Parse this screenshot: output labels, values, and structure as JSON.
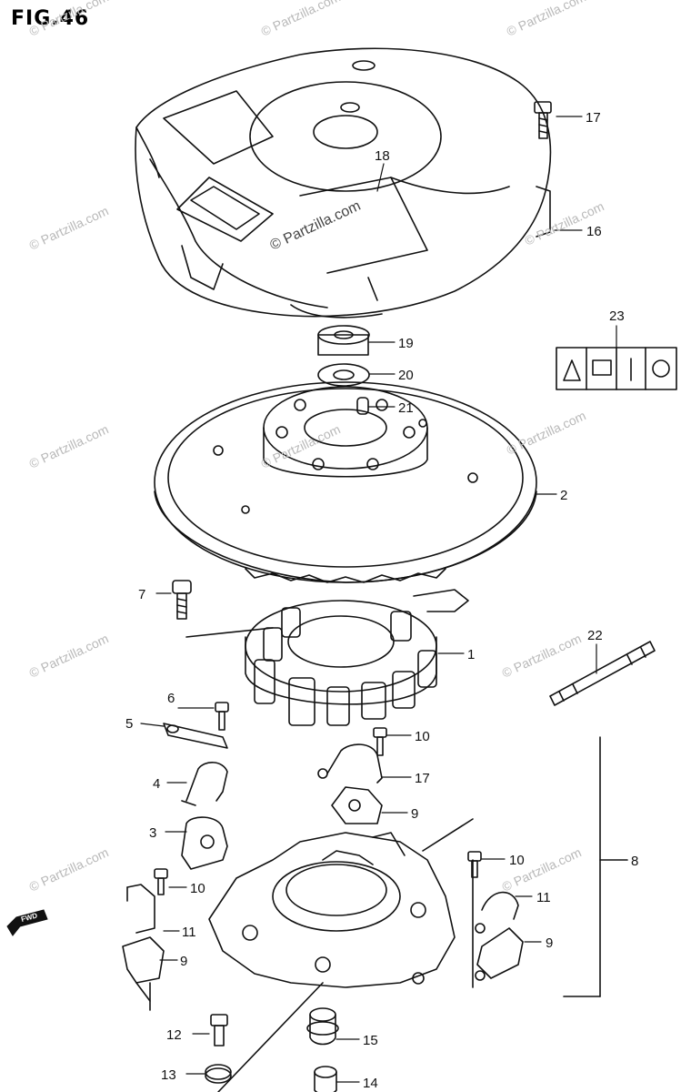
{
  "figure": {
    "title": "FIG.46"
  },
  "watermark": {
    "text": "© Partzilla.com",
    "color": "#b8b8b8"
  },
  "fwd_label": "FWD",
  "callouts": [
    {
      "id": "17a",
      "label": "17"
    },
    {
      "id": "18",
      "label": "18"
    },
    {
      "id": "16",
      "label": "16"
    },
    {
      "id": "23",
      "label": "23"
    },
    {
      "id": "19",
      "label": "19"
    },
    {
      "id": "20",
      "label": "20"
    },
    {
      "id": "21",
      "label": "21"
    },
    {
      "id": "2",
      "label": "2"
    },
    {
      "id": "7",
      "label": "7"
    },
    {
      "id": "1",
      "label": "1"
    },
    {
      "id": "22",
      "label": "22"
    },
    {
      "id": "6",
      "label": "6"
    },
    {
      "id": "5",
      "label": "5"
    },
    {
      "id": "10a",
      "label": "10"
    },
    {
      "id": "17b",
      "label": "17"
    },
    {
      "id": "4",
      "label": "4"
    },
    {
      "id": "9a",
      "label": "9"
    },
    {
      "id": "3",
      "label": "3"
    },
    {
      "id": "10b",
      "label": "10"
    },
    {
      "id": "10c",
      "label": "10"
    },
    {
      "id": "8",
      "label": "8"
    },
    {
      "id": "11a",
      "label": "11"
    },
    {
      "id": "11b",
      "label": "11"
    },
    {
      "id": "9b",
      "label": "9"
    },
    {
      "id": "9c",
      "label": "9"
    },
    {
      "id": "12",
      "label": "12"
    },
    {
      "id": "15",
      "label": "15"
    },
    {
      "id": "13",
      "label": "13"
    },
    {
      "id": "14",
      "label": "14"
    }
  ],
  "colors": {
    "line": "#111111",
    "watermark": "#b8b8b8"
  }
}
